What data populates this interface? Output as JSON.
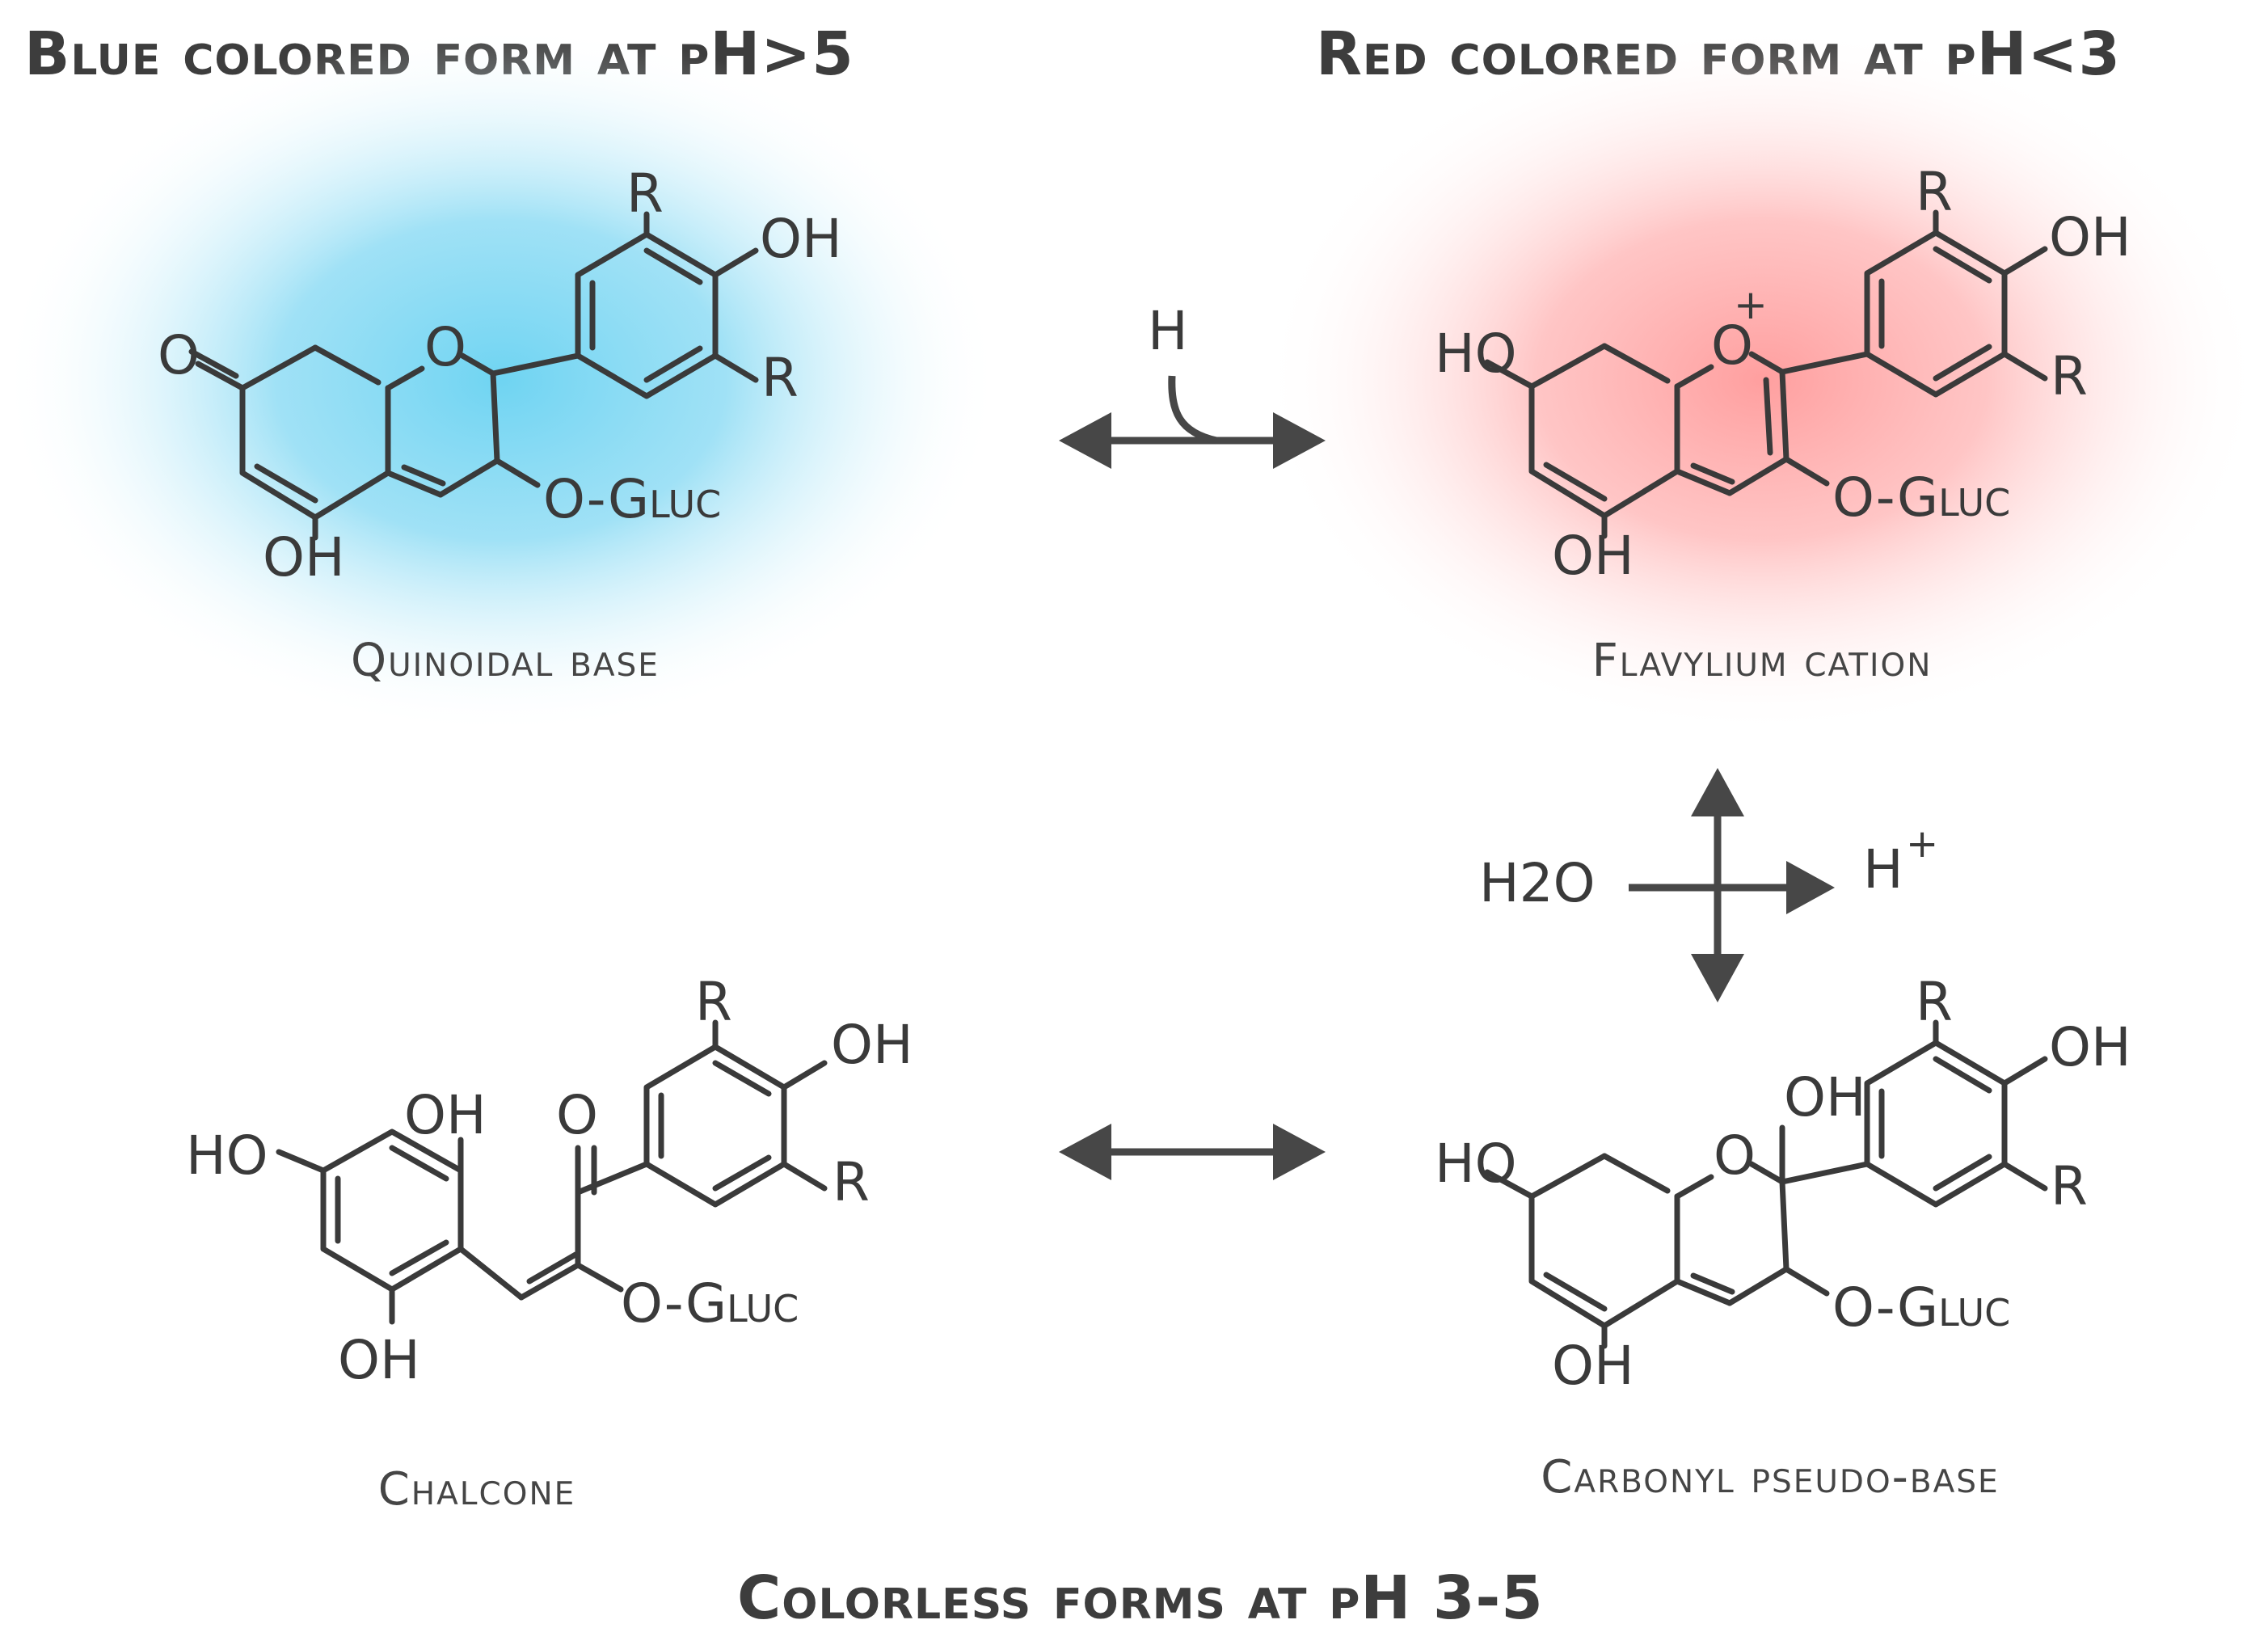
{
  "headings": {
    "top_left": "Blue colored form at pH>5",
    "top_right": "Red colored form at pH<3",
    "bottom": "Colorless forms at pH 3-5"
  },
  "captions": {
    "quinoidal": "Quinoidal base",
    "flavylium": "Flavylium cation",
    "chalcone": "Chalcone",
    "carbonyl": "Carbonyl pseudo-base"
  },
  "reagents": {
    "h": "H",
    "h2o": "H2O",
    "h_plus": "H",
    "plus": "+"
  },
  "atoms": {
    "O": "O",
    "OH": "OH",
    "HO": "HO",
    "R": "R",
    "O_gluc": "O-Gluc",
    "plus": "+"
  },
  "colors": {
    "blue_glow": "#6fd4f2",
    "red_glow": "#ff9a9a",
    "ink": "#3a3a3a"
  }
}
